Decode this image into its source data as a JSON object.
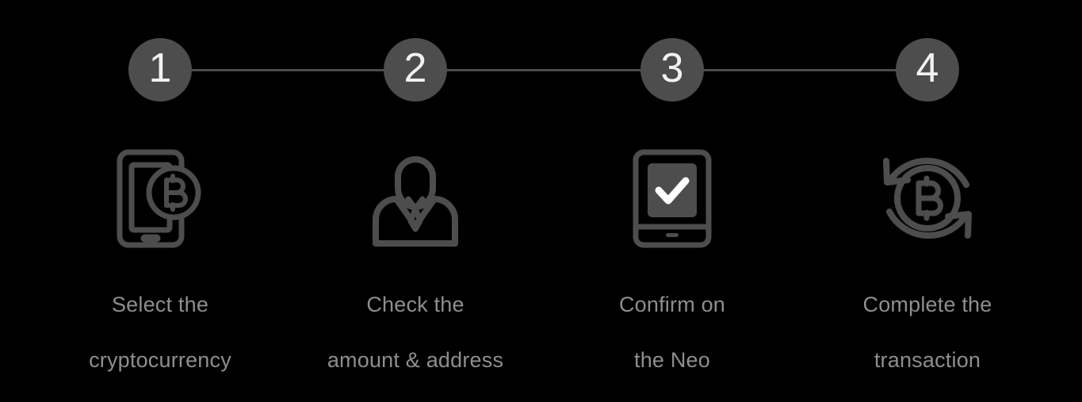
{
  "theme": {
    "background": "#000000",
    "accent": "#4d4d4d",
    "number_color": "#f2f2f2",
    "caption_color": "#8e8e8e",
    "check_color": "#ffffff"
  },
  "stepper": {
    "steps": [
      {
        "number": "1",
        "icon": "phone-bitcoin-icon",
        "caption": "Select the\ncryptocurrency",
        "caption_line1": "Select the",
        "caption_line2": "cryptocurrency"
      },
      {
        "number": "2",
        "icon": "person-suit-icon",
        "caption": "Check the\namount & address",
        "caption_line1": "Check the",
        "caption_line2": "amount & address"
      },
      {
        "number": "3",
        "icon": "phone-checkmark-icon",
        "caption": "Confirm on\nthe Neo",
        "caption_line1": "Confirm on",
        "caption_line2": "the Neo"
      },
      {
        "number": "4",
        "icon": "bitcoin-refresh-icon",
        "caption": "Complete the\ntransaction",
        "caption_line1": "Complete the",
        "caption_line2": "transaction"
      }
    ]
  }
}
